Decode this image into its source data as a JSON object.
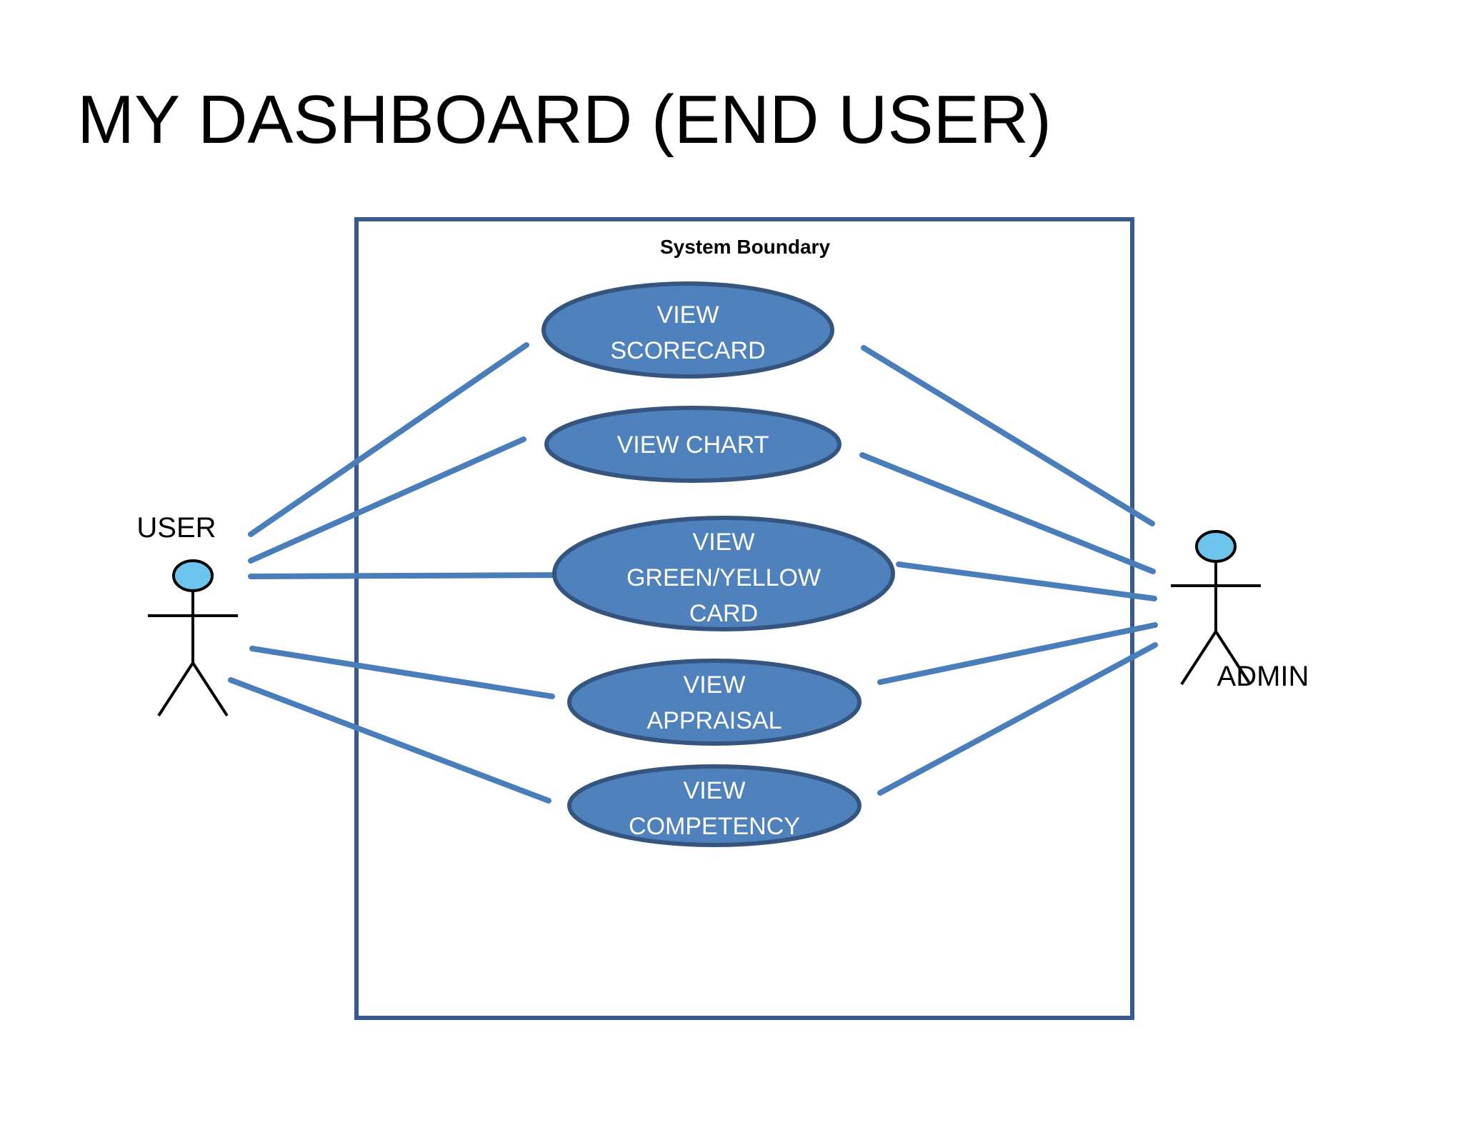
{
  "diagram": {
    "title": "MY DASHBOARD (END USER)",
    "type": "uml-use-case-diagram",
    "boundary_label": "System Boundary",
    "colors": {
      "usecase_fill": "#4F81BD",
      "usecase_stroke": "#35557F",
      "usecase_text": "#FFFFFF",
      "boundary_stroke": "#3A5A8C",
      "connector": "#4A7EBB",
      "actor_head_fill": "#6DC5EE",
      "actor_stroke": "#000000",
      "title_text": "#000000",
      "background": "#FFFFFF"
    },
    "actors": [
      {
        "id": "user",
        "label": "USER",
        "side": "left"
      },
      {
        "id": "admin",
        "label": "ADMIN",
        "side": "right"
      }
    ],
    "use_cases": [
      {
        "id": "uc1",
        "lines": [
          "VIEW",
          "SCORECARD"
        ],
        "line1": "VIEW",
        "line2": "SCORECARD",
        "line3": ""
      },
      {
        "id": "uc2",
        "lines": [
          "VIEW CHART"
        ],
        "line1": "VIEW CHART",
        "line2": "",
        "line3": ""
      },
      {
        "id": "uc3",
        "lines": [
          "VIEW",
          "GREEN/YELLOW",
          "CARD"
        ],
        "line1": "VIEW",
        "line2": "GREEN/YELLOW",
        "line3": "CARD"
      },
      {
        "id": "uc4",
        "lines": [
          "VIEW",
          "APPRAISAL"
        ],
        "line1": "VIEW",
        "line2": "APPRAISAL",
        "line3": ""
      },
      {
        "id": "uc5",
        "lines": [
          "VIEW",
          "COMPETENCY"
        ],
        "line1": "VIEW",
        "line2": "COMPETENCY",
        "line3": ""
      }
    ],
    "associations": [
      {
        "from": "user",
        "to": "uc1"
      },
      {
        "from": "user",
        "to": "uc2"
      },
      {
        "from": "user",
        "to": "uc3"
      },
      {
        "from": "user",
        "to": "uc4"
      },
      {
        "from": "user",
        "to": "uc5"
      },
      {
        "from": "admin",
        "to": "uc1"
      },
      {
        "from": "admin",
        "to": "uc2"
      },
      {
        "from": "admin",
        "to": "uc3"
      },
      {
        "from": "admin",
        "to": "uc4"
      },
      {
        "from": "admin",
        "to": "uc5"
      }
    ]
  }
}
